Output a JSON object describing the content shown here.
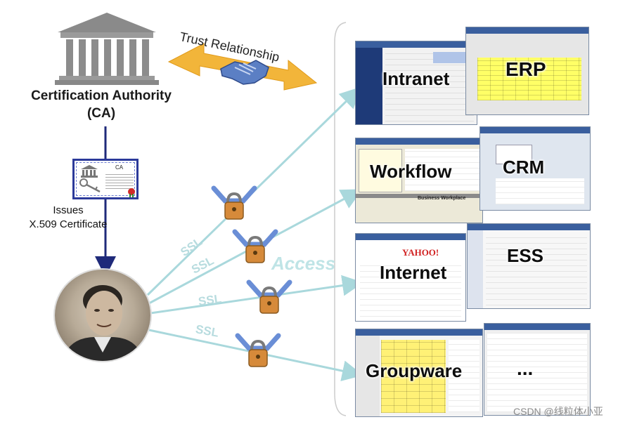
{
  "ca": {
    "title_line1": "Certification Authority",
    "title_line2": "(CA)"
  },
  "certificate": {
    "header": "CA"
  },
  "issues": {
    "line1": "Issues",
    "line2": "X.509 Certificate"
  },
  "trust": {
    "label": "Trust Relationship"
  },
  "access": {
    "label": "Access"
  },
  "ssl_labels": [
    "SSL",
    "SSL",
    "SSL",
    "SSL"
  ],
  "apps": {
    "intranet": "Intranet",
    "erp": "ERP",
    "workflow": "Workflow",
    "workflow_sub": "Business Workplace",
    "crm": "CRM",
    "internet": "Internet",
    "internet_logo": "YAHOO!",
    "ess": "ESS",
    "groupware": "Groupware",
    "more": "..."
  },
  "watermark": "CSDN @线粒体小亚",
  "colors": {
    "arrow_gold": "#f2b53a",
    "ssl_line": "#a9d8dc",
    "ca_line": "#1f2a7a",
    "screen_bar": "#3a5f9e",
    "erp_yellow": "#ffff66"
  }
}
